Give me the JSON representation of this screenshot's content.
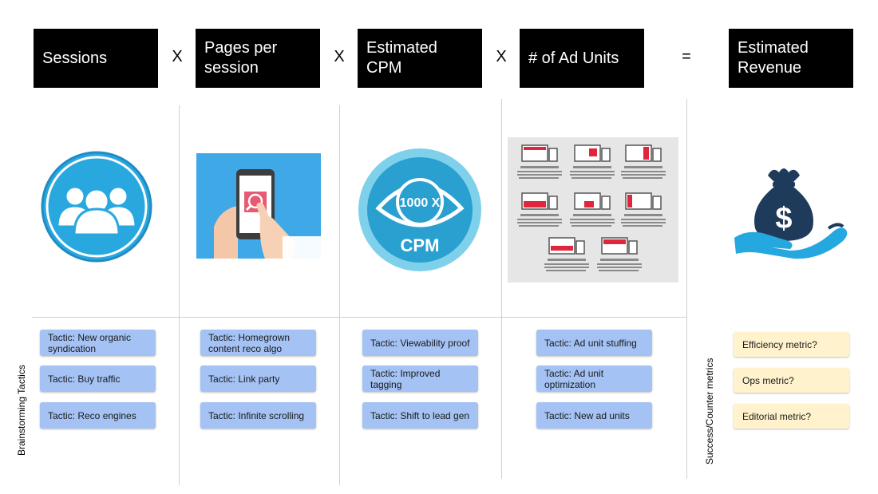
{
  "headers": {
    "sessions": "Sessions",
    "pages_line1": "Pages per",
    "pages_line2": "session",
    "cpm_line1": "Estimated",
    "cpm_line2": "CPM",
    "ad_units": "# of Ad Units",
    "revenue_line1": "Estimated",
    "revenue_line2": "Revenue"
  },
  "operators": {
    "times": "X",
    "equals": "="
  },
  "icons": {
    "sessions": "group-users-icon",
    "pages": "phone-search-icon",
    "cpm": "eye-cpm-icon",
    "ad_units": "ad-formats-infographic",
    "revenue": "money-bag-hand-icon"
  },
  "cpm_icon_text": {
    "top": "1000 X",
    "bottom": "CPM"
  },
  "row_labels": {
    "left": "Brainstorming Tactics",
    "right": "Success/Counter metrics"
  },
  "tactics": {
    "sessions": [
      "Tactic: New organic syndication",
      "Tactic: Buy traffic",
      "Tactic: Reco engines"
    ],
    "pages": [
      "Tactic: Homegrown content reco algo",
      "Tactic: Link party",
      "Tactic: Infinite scrolling"
    ],
    "cpm": [
      "Tactic: Viewability proof",
      "Tactic: Improved tagging",
      "Tactic: Shift to lead gen"
    ],
    "ad_units": [
      "Tactic: Ad unit stuffing",
      "Tactic: Ad unit optimization",
      "Tactic: New ad units"
    ]
  },
  "metrics": [
    "Efficiency metric?",
    "Ops metric?",
    "Editorial metric?"
  ],
  "colors": {
    "header_bg": "#000000",
    "tactic_bg": "#a4c2f4",
    "metric_bg": "#fff2cc",
    "icon_blue": "#29a8e0",
    "bag_navy": "#1f3b5c"
  }
}
